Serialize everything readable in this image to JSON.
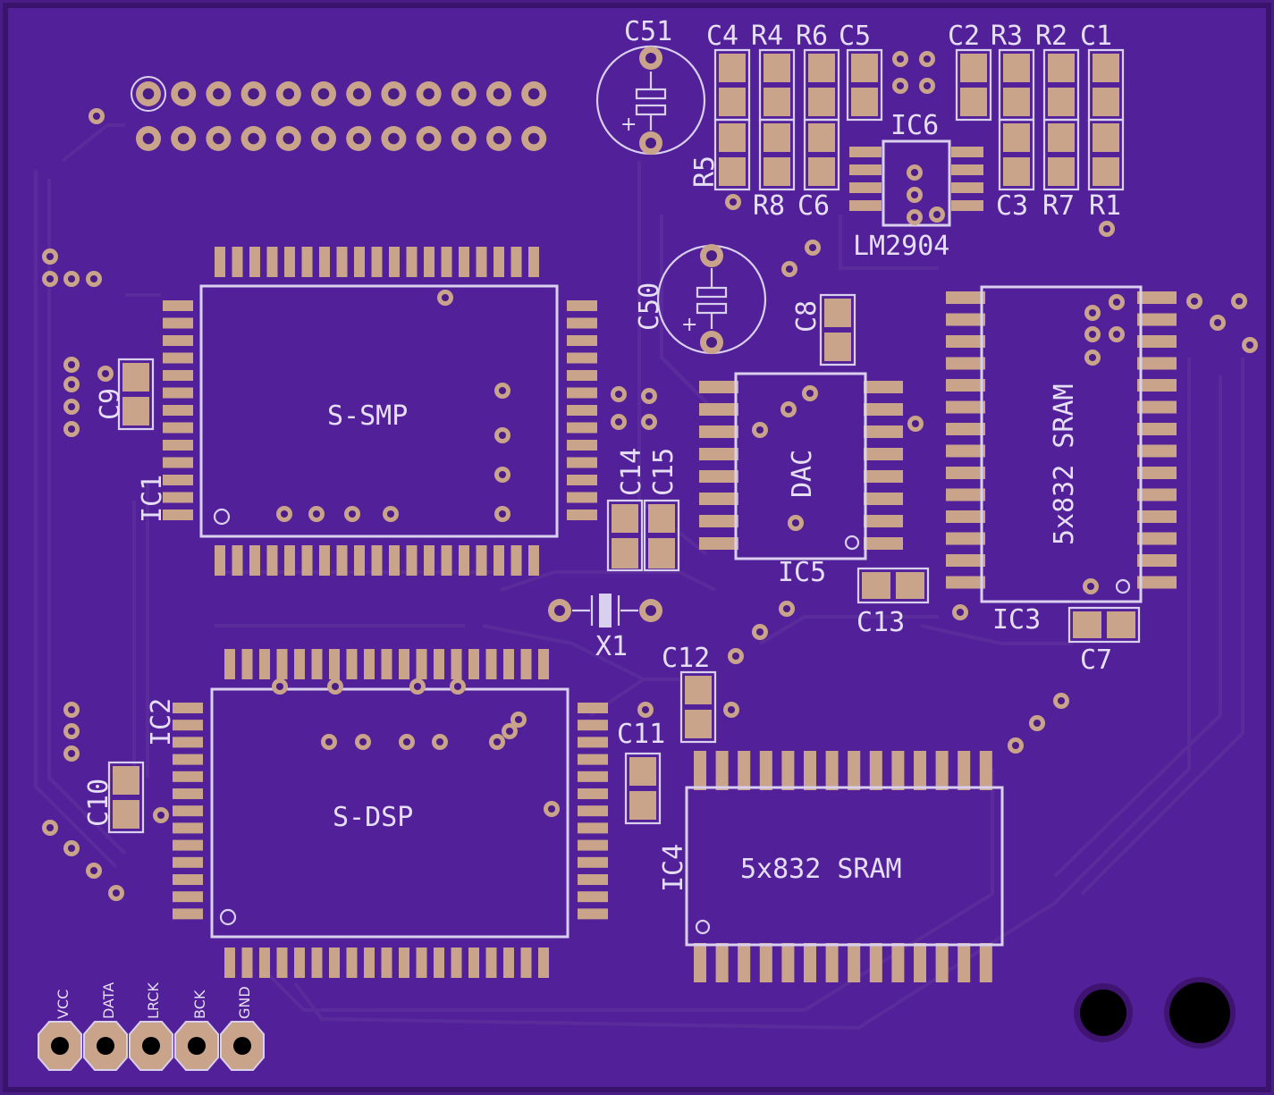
{
  "board": {
    "colors": {
      "substrate": "#4a1c86",
      "fill": "#52219a",
      "trace": "#5a2b9a",
      "pad": "#c9a48a",
      "silkscreen": "#d9cfee"
    }
  },
  "ic1": {
    "refdes": "IC1",
    "name": "S-SMP"
  },
  "ic2": {
    "refdes": "IC2",
    "name": "S-DSP"
  },
  "ic3": {
    "refdes": "IC3",
    "name": "5x832 SRAM"
  },
  "ic4": {
    "refdes": "IC4",
    "name": "5x832 SRAM"
  },
  "ic5": {
    "refdes": "IC5",
    "name": "DAC"
  },
  "ic6": {
    "refdes": "IC6",
    "name": "LM2904"
  },
  "crystal": {
    "refdes": "X1"
  },
  "electrolytics": {
    "c51": "C51",
    "c50": "C50"
  },
  "passives": {
    "top_row": [
      "C4",
      "R4",
      "R6",
      "C5",
      "C2",
      "R3",
      "R2",
      "C1"
    ],
    "bottom_row": [
      "R8",
      "C6",
      "C3",
      "R7",
      "R1"
    ],
    "r5": "R5",
    "c8": "C8",
    "c9": "C9",
    "c10": "C10",
    "c11": "C11",
    "c12": "C12",
    "c13": "C13",
    "c14": "C14",
    "c15": "C15",
    "c7": "C7"
  },
  "connector": {
    "pins": [
      "VCC",
      "DATA",
      "LRCK",
      "BCK",
      "GND"
    ]
  }
}
